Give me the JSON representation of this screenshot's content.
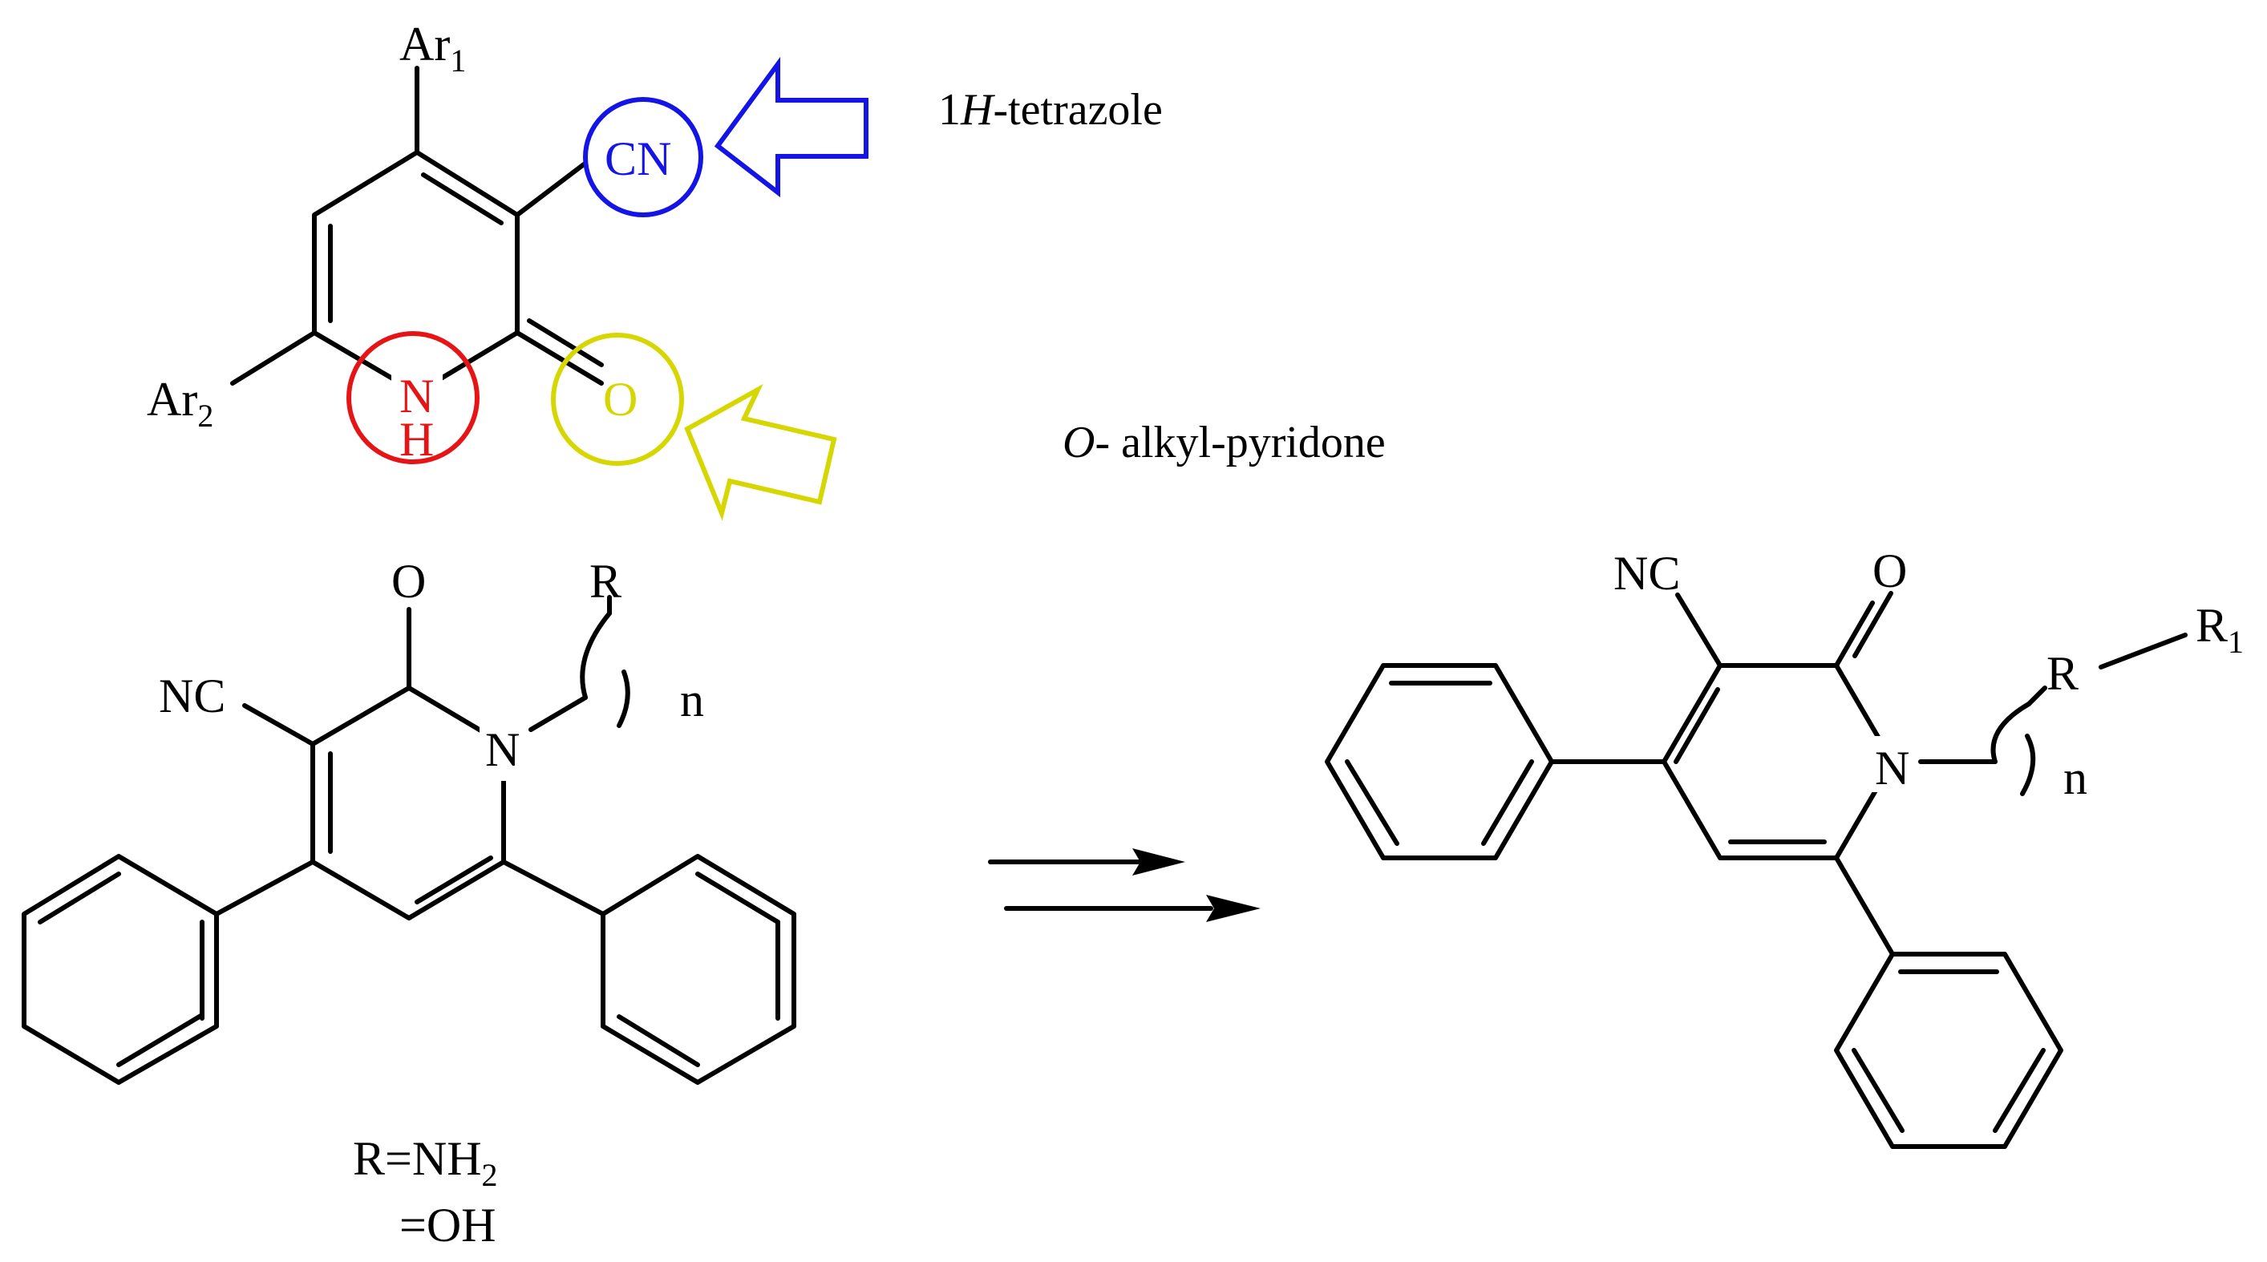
{
  "colors": {
    "nitrile_highlight": "#1414e6",
    "nh_highlight": "#e61414",
    "carbonyl_highlight": "#d6d600",
    "bonds": "#000000"
  },
  "top_structure": {
    "ar1": "Ar",
    "ar1_sub": "1",
    "ar2": "Ar",
    "ar2_sub": "2",
    "cn": "CN",
    "n": "N",
    "h": "H",
    "o": "O"
  },
  "annotations": {
    "tetrazole_prefix": "1",
    "tetrazole_italic": "H",
    "tetrazole_suffix": "-tetrazole",
    "alkyl_italic": "O",
    "alkyl_suffix": "- alkyl-pyridone"
  },
  "left_structure": {
    "o": "O",
    "nc": "NC",
    "n": "N",
    "r": "R",
    "n_index": "n",
    "r_def_line1_prefix": "R=NH",
    "r_def_line1_sub": "2",
    "r_def_line2": "=OH"
  },
  "right_structure": {
    "nc": "NC",
    "o": "O",
    "n": "N",
    "r": "R",
    "r1": "R",
    "r1_sub": "1",
    "n_index": "n"
  }
}
